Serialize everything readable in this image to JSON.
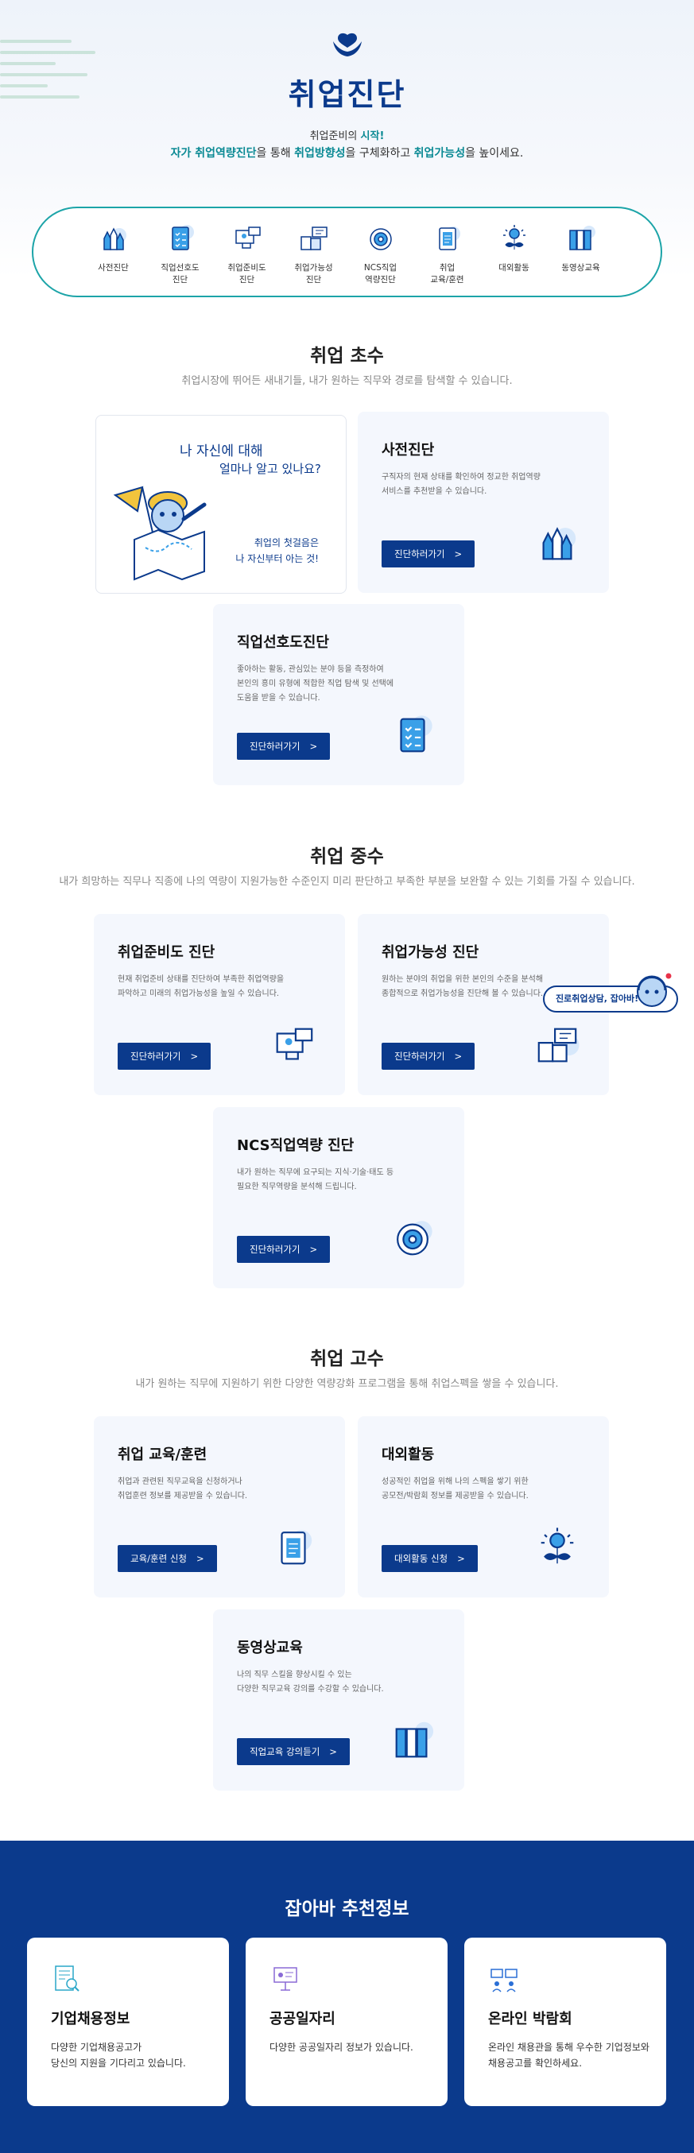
{
  "hero": {
    "title": "취업진단",
    "sub1_a": "취업준비의 ",
    "sub1_b": "시작!",
    "sub2_a": "자가 취업역량진단",
    "sub2_b": "을 통해 ",
    "sub2_c": "취업방향성",
    "sub2_d": "을 구체화하고 ",
    "sub2_e": "취업가능성",
    "sub2_f": "을 높이세요."
  },
  "quicknav": [
    {
      "label": "사전진단",
      "icon": "pencils-icon"
    },
    {
      "label": "직업선호도\n진단",
      "icon": "checklist-icon"
    },
    {
      "label": "취업준비도\n진단",
      "icon": "monitor-icon"
    },
    {
      "label": "취업가능성\n진단",
      "icon": "chat-book-icon"
    },
    {
      "label": "NCS직업\n역량진단",
      "icon": "target-icon"
    },
    {
      "label": "취업\n교육/훈련",
      "icon": "clipboard-icon"
    },
    {
      "label": "대외활동",
      "icon": "lightbulb-icon"
    },
    {
      "label": "동영상교육",
      "icon": "books-icon"
    }
  ],
  "sec1": {
    "title": "취업 초수",
    "desc": "취업시장에 뛰어든 새내기들, 내가 원하는 직무와 경로를 탐색할 수 있습니다.",
    "intro_l1": "나 자신에 대해",
    "intro_l2": "얼마나 알고 있나요?",
    "intro_l3": "취업의 첫걸음은\n나 자신부터 아는 것!",
    "cards": [
      {
        "title": "사전진단",
        "desc": "구직자의 현재 상태를 확인하여 정교한 취업역량\n서비스를 추천받을 수 있습니다.",
        "btn": "진단하러가기"
      },
      {
        "title": "직업선호도진단",
        "desc": "좋아하는 활동, 관심있는 분야 등을 측정하여\n본인의 흥미 유형에 적합한 직업 탐색 및 선택에\n도움을 받을 수 있습니다.",
        "btn": "진단하러가기"
      }
    ]
  },
  "sec2": {
    "title": "취업 중수",
    "desc": "내가 희망하는 직무나 직종에 나의 역량이 지원가능한 수준인지 미리 판단하고 부족한 부분을 보완할 수 있는 기회를 가질 수 있습니다.",
    "cards": [
      {
        "title": "취업준비도 진단",
        "desc": "현재 취업준비 상태를 진단하여 부족한 취업역량을\n파악하고 미래의 취업가능성을 높일 수 있습니다.",
        "btn": "진단하러가기"
      },
      {
        "title": "취업가능성 진단",
        "desc": "원하는 분야의 취업을 위한 본인의 수준을 분석해\n종합적으로 취업가능성을 진단해 볼 수 있습니다.",
        "btn": "진단하러가기"
      },
      {
        "title": "NCS직업역량 진단",
        "desc": "내가 원하는 직무에 요구되는 지식·기술·태도 등\n필요한 직무역량을 분석해 드립니다.",
        "btn": "진단하러가기"
      }
    ]
  },
  "sec3": {
    "title": "취업 고수",
    "desc": "내가 원하는 직무에 지원하기 위한 다양한 역량강화 프로그램을 통해 취업스펙을 쌓을 수 있습니다.",
    "cards": [
      {
        "title": "취업 교육/훈련",
        "desc": "취업과 관련된 직무교육을 신청하거나\n취업훈련 정보를 제공받을 수 있습니다.",
        "btn": "교육/훈련 신청"
      },
      {
        "title": "대외활동",
        "desc": "성공적인 취업을 위해 나의 스펙을 쌓기 위한\n공모전/박람회 정보를 제공받을 수 있습니다.",
        "btn": "대외활동 신청"
      },
      {
        "title": "동영상교육",
        "desc": "나의 직무 스킬을 향상시킬 수 있는\n다양한 직무교육 강의를 수강할 수 있습니다.",
        "btn": "직업교육 강의듣기"
      }
    ]
  },
  "arrow": ">",
  "chat": {
    "label": "진로취업상담, 잡아바!"
  },
  "reco": {
    "title": "잡아바 추천정보",
    "cards": [
      {
        "title": "기업채용정보",
        "desc": "다양한 기업채용공고가\n당신의 지원을 기다리고 있습니다."
      },
      {
        "title": "공공일자리",
        "desc": "다양한 공공일자리 정보가 있습니다."
      },
      {
        "title": "온라인 박람회",
        "desc": "온라인 채용관을 통해 우수한 기업정보와\n채용공고를 확인하세요."
      }
    ]
  },
  "colors": {
    "primary": "#0b3a8c",
    "accent": "#0b8a94",
    "card_bg": "#f4f7fd",
    "nav_border": "#1ca4a8"
  }
}
